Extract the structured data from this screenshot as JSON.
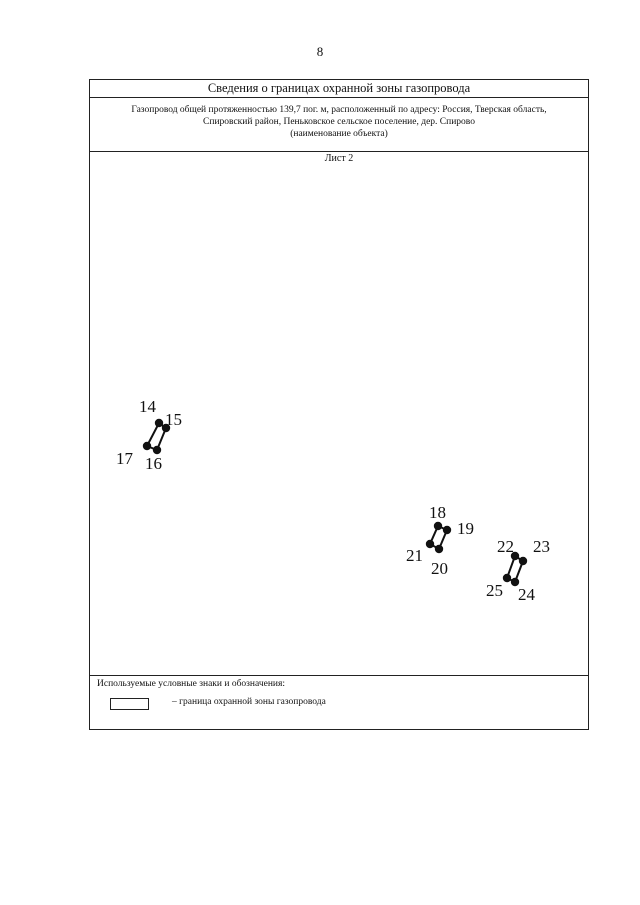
{
  "page_number": "8",
  "title": "Сведения о границах охранной зоны газопровода",
  "object": {
    "line1": "Газопровод общей протяженностью 139,7 пог. м, расположенный по адресу: Россия, Тверская область,",
    "line2": "Спировский район, Пеньковское сельское поселение, дер. Спирово",
    "line3": "(наименование объекта)"
  },
  "sheet_label": "Лист 2",
  "zones": [
    {
      "points": [
        {
          "label": "14"
        },
        {
          "label": "15"
        },
        {
          "label": "16"
        },
        {
          "label": "17"
        }
      ]
    },
    {
      "points": [
        {
          "label": "18"
        },
        {
          "label": "19"
        },
        {
          "label": "20"
        },
        {
          "label": "21"
        }
      ]
    },
    {
      "points": [
        {
          "label": "22"
        },
        {
          "label": "23"
        },
        {
          "label": "24"
        },
        {
          "label": "25"
        }
      ]
    }
  ],
  "legend": {
    "heading": "Используемые условные знаки и обозначения:",
    "items": [
      {
        "text": "–  граница охранной зоны газопровода"
      }
    ]
  }
}
